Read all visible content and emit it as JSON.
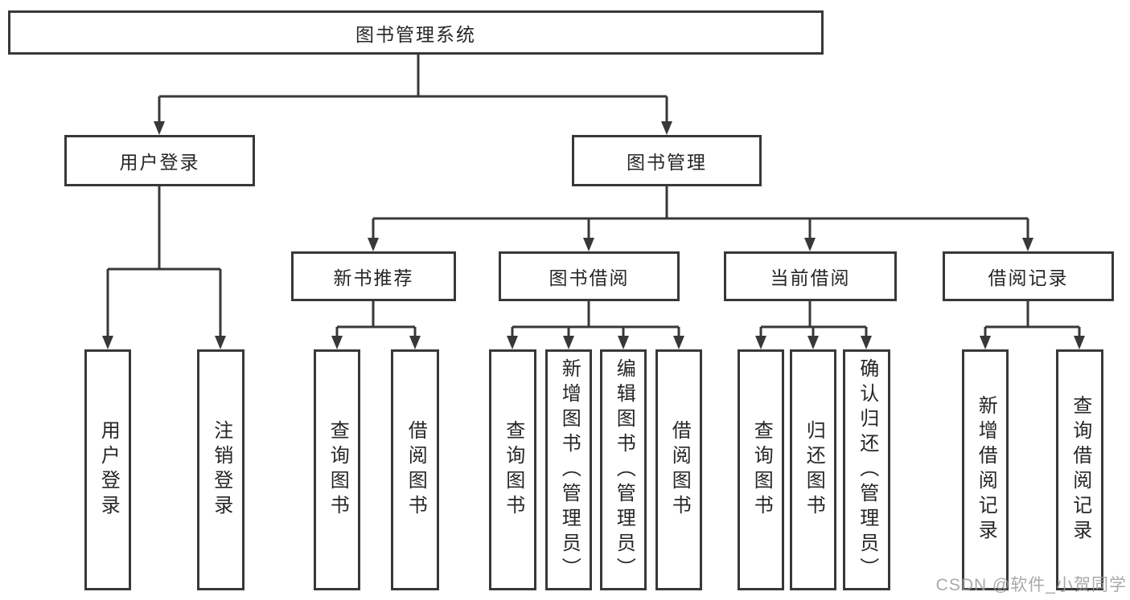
{
  "colors": {
    "line": "#383838",
    "text": "#262626",
    "watermark": "#9b9b9b",
    "background": "#ffffff"
  },
  "tree": {
    "root": {
      "label": "图书管理系统",
      "children": [
        {
          "label": "用户登录",
          "children": [
            {
              "label": "用户登录"
            },
            {
              "label": "注销登录"
            }
          ]
        },
        {
          "label": "图书管理",
          "children": [
            {
              "label": "新书推荐",
              "children": [
                {
                  "label": "查询图书"
                },
                {
                  "label": "借阅图书"
                }
              ]
            },
            {
              "label": "图书借阅",
              "children": [
                {
                  "label": "查询图书"
                },
                {
                  "label": "新增图书（管理员）"
                },
                {
                  "label": "编辑图书（管理员）"
                },
                {
                  "label": "借阅图书"
                }
              ]
            },
            {
              "label": "当前借阅",
              "children": [
                {
                  "label": "查询图书"
                },
                {
                  "label": "归还图书"
                },
                {
                  "label": "确认归还（管理员）"
                }
              ]
            },
            {
              "label": "借阅记录",
              "children": [
                {
                  "label": "新增借阅记录"
                },
                {
                  "label": "查询借阅记录"
                }
              ]
            }
          ]
        }
      ]
    }
  },
  "watermark": {
    "text": "CSDN @软件_小贺同学"
  }
}
